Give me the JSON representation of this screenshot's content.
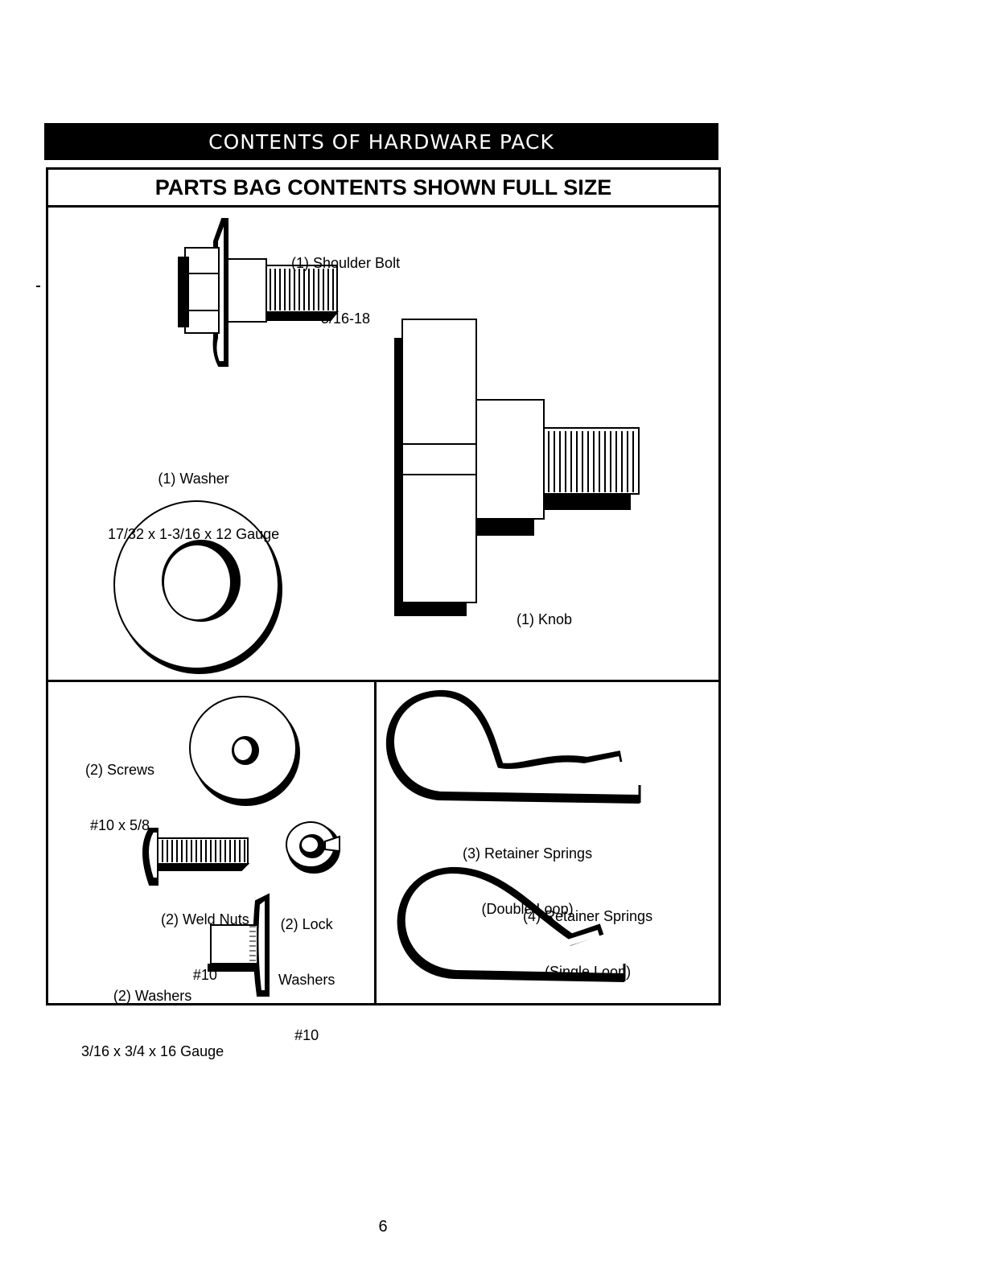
{
  "header": {
    "title": "CONTENTS OF HARDWARE PACK"
  },
  "subtitle": "PARTS BAG CONTENTS SHOWN FULL SIZE",
  "parts": {
    "shoulder_bolt": {
      "line1": "(1) Shoulder Bolt",
      "line2": "5/16-18",
      "icon": "shoulder-bolt-icon"
    },
    "washer": {
      "line1": "(1) Washer",
      "line2": "17/32 x 1-3/16 x 12 Gauge",
      "icon": "washer-icon"
    },
    "knob": {
      "line1": "(1) Knob",
      "icon": "knob-icon"
    },
    "screws": {
      "line1": "(2) Screws",
      "line2": "#10 x 5/8",
      "icon": "screw-icon"
    },
    "weld_nuts": {
      "line1": "(2) Weld Nuts",
      "line2": "#10",
      "icon": "weld-nut-icon"
    },
    "lock_washers": {
      "line1": "(2) Lock",
      "line2": "Washers",
      "line3": "#10",
      "icon": "lock-washer-icon"
    },
    "small_washers": {
      "line1": "(2) Washers",
      "line2": "3/16 x 3/4 x 16 Gauge",
      "icon": "small-washer-icon"
    },
    "retainer_double": {
      "line1": "(3) Retainer Springs",
      "line2": "(Double Loop)",
      "icon": "double-loop-spring-icon"
    },
    "retainer_single": {
      "line1": "(4) Retainer Springs",
      "line2": "(Single Loop)",
      "icon": "single-loop-spring-icon"
    }
  },
  "footer": {
    "page_number": "6"
  }
}
